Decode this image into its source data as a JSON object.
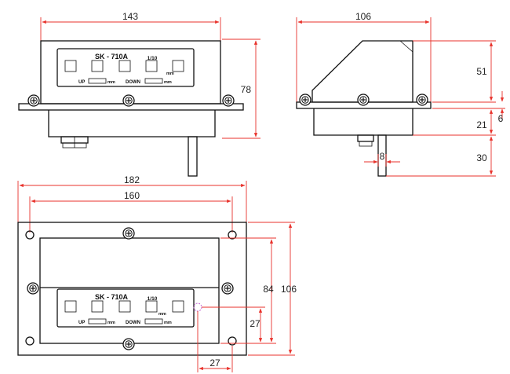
{
  "device": {
    "model": "SK - 710A",
    "resolution": "1/10",
    "up_label": "UP",
    "down_label": "DOWN",
    "unit": "mm"
  },
  "front_view": {
    "width": "143",
    "height": "78"
  },
  "side_view": {
    "depth": "106",
    "upper_height": "51",
    "flange": "6",
    "lower_body": "21",
    "shaft_length": "30",
    "shaft_diameter": "8"
  },
  "mount_view": {
    "overall_width": "182",
    "hole_spacing_width": "160",
    "overall_height": "106",
    "hole_spacing_height": "84",
    "offset_vertical": "27",
    "offset_horizontal": "27"
  },
  "colors": {
    "dimension_line": "#e8322b",
    "outline": "#111111"
  }
}
